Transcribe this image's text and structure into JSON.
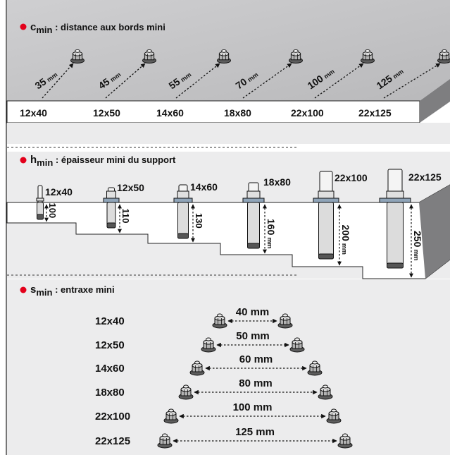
{
  "colors": {
    "accent": "#e3001b",
    "surface": "#e9e9ea",
    "surface_top": "#c9c9cb",
    "surface_side": "#7e7e80",
    "steel": "#8fa4b8",
    "text": "#111111"
  },
  "icons": {
    "anchor": "anchor-nut-icon",
    "bullet": "red-dot-icon"
  },
  "cmin": {
    "title_symbol": "c",
    "title_sub": "min",
    "title_rest": " : distance aux bords mini",
    "items": [
      {
        "size": "12x40",
        "dist": "35",
        "unit": "mm"
      },
      {
        "size": "12x50",
        "dist": "45",
        "unit": "mm"
      },
      {
        "size": "14x60",
        "dist": "55",
        "unit": "mm"
      },
      {
        "size": "18x80",
        "dist": "70",
        "unit": "mm"
      },
      {
        "size": "22x100",
        "dist": "100",
        "unit": "mm"
      },
      {
        "size": "22x125",
        "dist": "125",
        "unit": "mm"
      }
    ]
  },
  "hmin": {
    "title_symbol": "h",
    "title_sub": "min",
    "title_rest": " : épaisseur mini du support",
    "items": [
      {
        "size": "12x40",
        "thick": "100",
        "unit": ""
      },
      {
        "size": "12x50",
        "thick": "110",
        "unit": ""
      },
      {
        "size": "14x60",
        "thick": "130",
        "unit": ""
      },
      {
        "size": "18x80",
        "thick": "160",
        "unit": "mm"
      },
      {
        "size": "22x100",
        "thick": "200",
        "unit": "mm"
      },
      {
        "size": "22x125",
        "thick": "250",
        "unit": "mm"
      }
    ]
  },
  "smin": {
    "title_symbol": "s",
    "title_sub": "min",
    "title_rest": " : entraxe mini",
    "items": [
      {
        "size": "12x40",
        "spacing": "40 mm"
      },
      {
        "size": "12x50",
        "spacing": "50 mm"
      },
      {
        "size": "14x60",
        "spacing": "60 mm"
      },
      {
        "size": "18x80",
        "spacing": "80 mm"
      },
      {
        "size": "22x100",
        "spacing": "100 mm"
      },
      {
        "size": "22x125",
        "spacing": "125 mm"
      }
    ]
  }
}
